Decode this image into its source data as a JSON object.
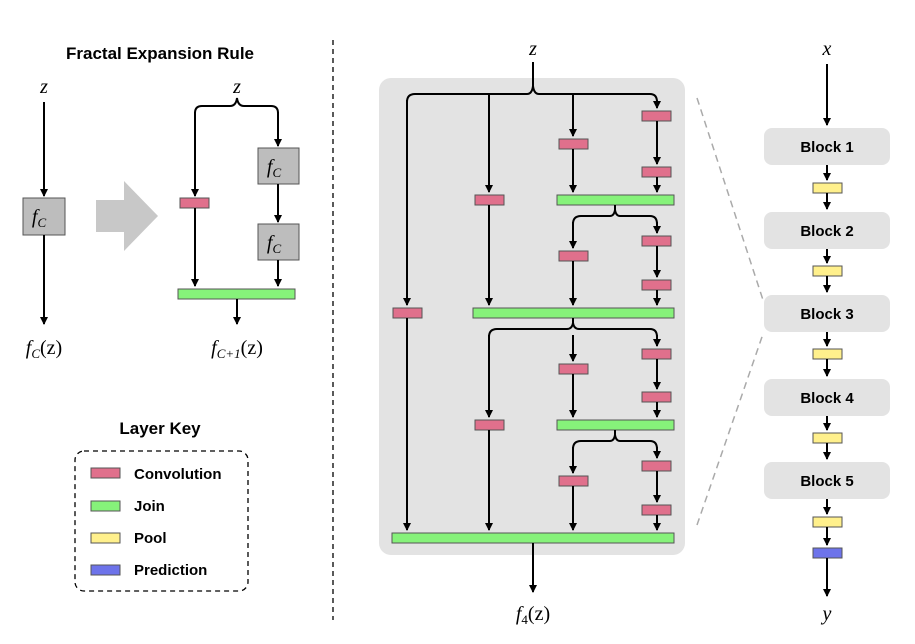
{
  "left": {
    "title": "Fractal Expansion Rule",
    "input_var": "z",
    "block_label": "f",
    "block_sub": "C",
    "output_label": "f",
    "output_sub": "C",
    "output_arg": "(z)",
    "expanded_input": "z",
    "expanded_output_label": "f",
    "expanded_output_sub": "C+1",
    "expanded_output_arg": "(z)"
  },
  "key": {
    "title": "Layer Key",
    "items": [
      {
        "label": "Convolution",
        "color": "#e0708c"
      },
      {
        "label": "Join",
        "color": "#86f27a"
      },
      {
        "label": "Pool",
        "color": "#fff08c"
      },
      {
        "label": "Prediction",
        "color": "#6d73ea"
      }
    ]
  },
  "center": {
    "input_var": "z",
    "output_label": "f",
    "output_sub": "4",
    "output_arg": "(z)"
  },
  "right": {
    "input_var": "x",
    "output_var": "y",
    "blocks": [
      "Block 1",
      "Block 2",
      "Block 3",
      "Block 4",
      "Block 5"
    ]
  },
  "colors": {
    "conv": "#e0708c",
    "join": "#86f27a",
    "pool": "#fff08c",
    "prediction": "#6d73ea",
    "panel": "#e3e3e3",
    "block_fill": "#bdbdbd"
  }
}
